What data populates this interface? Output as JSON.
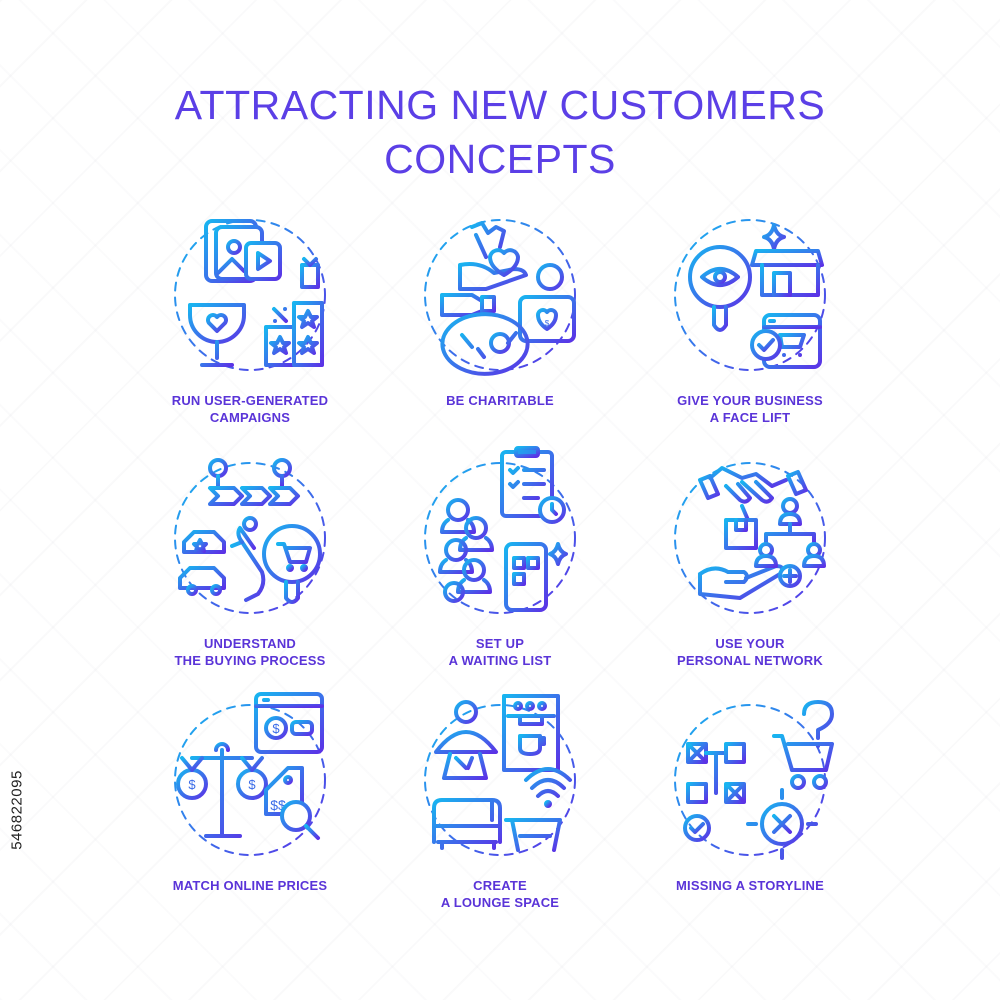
{
  "title": {
    "line1": "ATTRACTING NEW CUSTOMERS",
    "line2": "CONCEPTS"
  },
  "colors": {
    "title": "#5b3fe6",
    "gradient_start": "#18b5f0",
    "gradient_end": "#5b32e6",
    "label": "#5a34d8"
  },
  "image_id": "546822095",
  "concepts": [
    {
      "icon": "user-generated-campaigns-icon",
      "line1": "RUN USER-GENERATED",
      "line2": "CAMPAIGNS"
    },
    {
      "icon": "charity-icon",
      "line1": "BE CHARITABLE",
      "line2": ""
    },
    {
      "icon": "business-face-lift-icon",
      "line1": "GIVE YOUR BUSINESS",
      "line2": "A FACE LIFT"
    },
    {
      "icon": "buying-process-icon",
      "line1": "UNDERSTAND",
      "line2": "THE BUYING PROCESS"
    },
    {
      "icon": "waiting-list-icon",
      "line1": "SET UP",
      "line2": "A WAITING LIST"
    },
    {
      "icon": "personal-network-icon",
      "line1": "USE YOUR",
      "line2": "PERSONAL NETWORK"
    },
    {
      "icon": "match-prices-icon",
      "line1": "MATCH ONLINE PRICES",
      "line2": ""
    },
    {
      "icon": "lounge-space-icon",
      "line1": "CREATE",
      "line2": "A LOUNGE SPACE"
    },
    {
      "icon": "storyline-icon",
      "line1": "MISSING A STORYLINE",
      "line2": ""
    }
  ]
}
